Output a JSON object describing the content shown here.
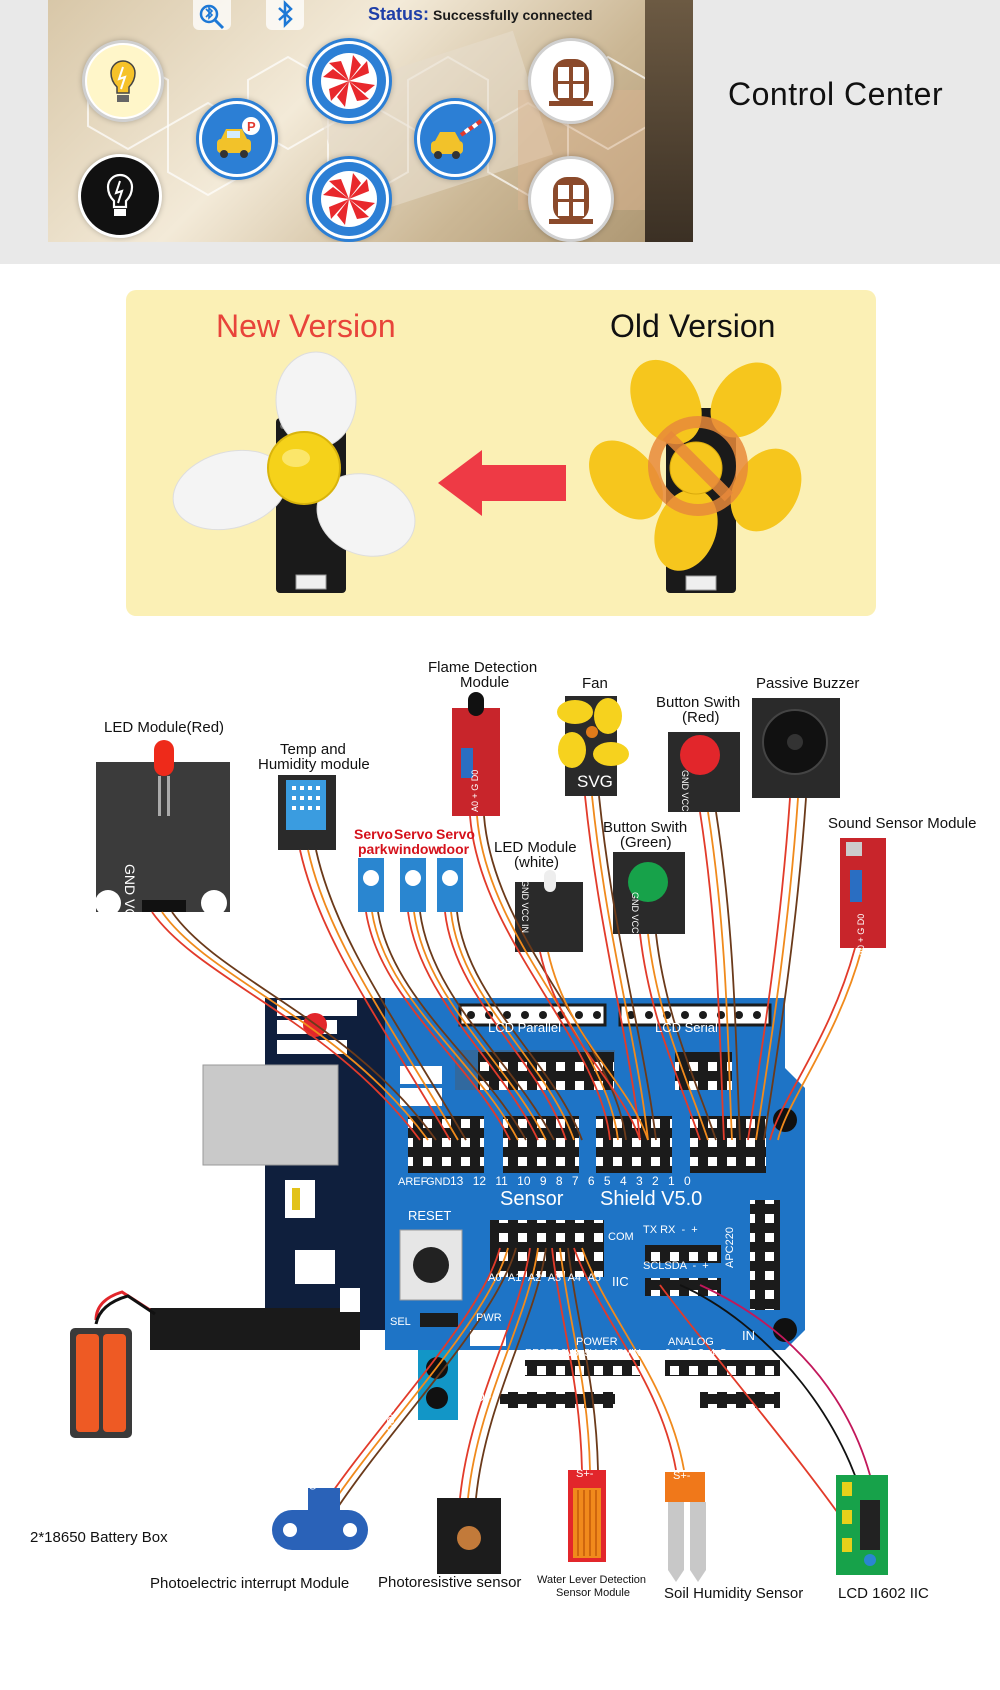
{
  "banner": {
    "status_label": "Status:",
    "status_value": "Successfully connected",
    "title": "Control Center"
  },
  "versions": {
    "new_label": "New Version",
    "old_label": "Old Version"
  },
  "diagram": {
    "board_labels": {
      "lcd_parallel": "LCD Parallel",
      "lcd_serial": "LCD Serial",
      "sensor": "Sensor",
      "shield": "Shield V5.0",
      "reset": "RESET",
      "aref": "AREF",
      "gnd": "GND",
      "digital_pins": [
        "13",
        "12",
        "11",
        "10",
        "9",
        "8",
        "7",
        "6",
        "5",
        "4",
        "3",
        "2",
        "1",
        "0"
      ],
      "analog_pins": [
        "A0",
        "A1",
        "A2",
        "A3",
        "A4",
        "A5"
      ],
      "com": "COM",
      "txrx": "TX RX  -  +",
      "iic": "IIC",
      "scl_sda": "SCLSDA  -  +",
      "apc": "APC220",
      "sel": "SEL",
      "pwr": "PWR",
      "power": "POWER",
      "power_pins": "RESET 3V3  5V  GNDVIN",
      "analog": "ANALOG",
      "analog_nums": "0  1  2  3  4  5",
      "in": "IN",
      "gnd_v": "GND",
      "vcc_v": "VCC",
      "sd": "SD+",
      "urf": "UrF",
      "o1": "01+"
    },
    "modules": {
      "led_red": "LED Module(Red)",
      "temp_1": "Temp and",
      "temp_2": "Humidity module",
      "flame_1": "Flame Detection",
      "flame_2": "Module",
      "fan": "Fan",
      "btn_red_1": "Button Swith",
      "btn_red_2": "(Red)",
      "buzzer": "Passive Buzzer",
      "sound": "Sound Sensor Module",
      "servo_1": "Servo",
      "servo_park": "park",
      "servo_2": "Servo",
      "servo_window": "window",
      "servo_3": "Servo",
      "servo_door": "door",
      "led_white_1": "LED Module",
      "led_white_2": "(white)",
      "btn_green_1": "Button Swith",
      "btn_green_2": "(Green)",
      "battery": "2*18650 Battery Box",
      "photo_int": "Photoelectric interrupt Module",
      "photores": "Photoresistive sensor",
      "water_1": "Water Lever Detection",
      "water_2": "Sensor Module",
      "soil": "Soil Humidity Sensor",
      "lcd": "LCD 1602 IIC"
    },
    "pin_labels": {
      "led_red": "GND VCC IN",
      "led_white": "GND VCC IN",
      "btn": "GND VCC OUT",
      "flame": "A0 + G D0",
      "sound": "A0 + G D0",
      "fan": "SVG",
      "photo_int": "GND VCC OUT",
      "s_minus_plus": "S+-"
    },
    "colors": {
      "board_blue": "#1e74c6",
      "board_dark": "#16243f",
      "wire_red": "#e23b2a",
      "wire_orange": "#f08a1c",
      "wire_brown": "#6b3a1a"
    }
  }
}
